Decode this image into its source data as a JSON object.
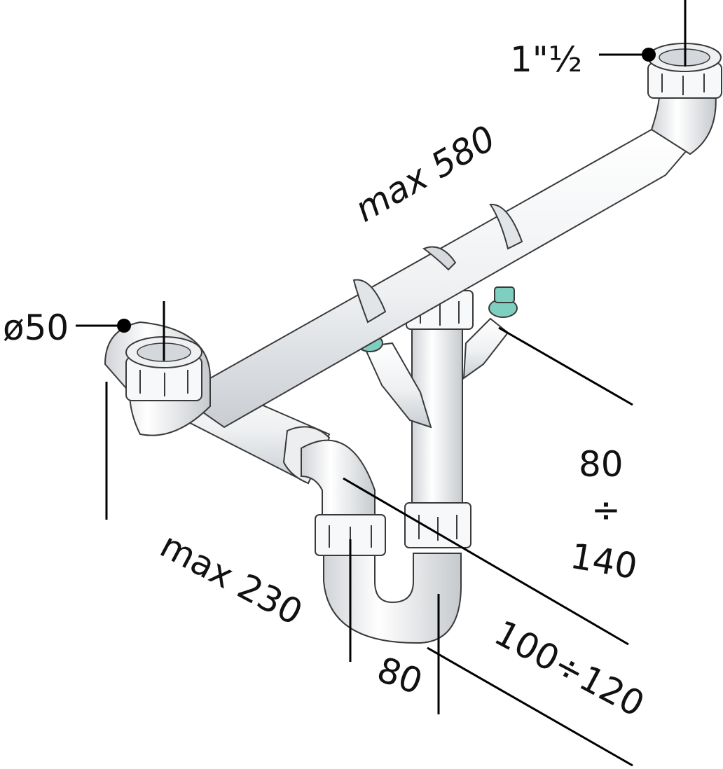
{
  "labels": {
    "inlet_thread": "1\"½",
    "diameter": "ø50",
    "max_length": "max 580",
    "max_width": "max 230",
    "height_range_top": "80",
    "height_range_sep": "÷",
    "height_range_bottom": "140",
    "depth_range": "100÷120",
    "trap_offset": "80"
  },
  "colors": {
    "pipe": "#f4f5f6",
    "pipe_shade": "#d4d7db",
    "outline": "#3a3a3a",
    "dim_line": "#000000",
    "hose_connector": "#7fcfc0"
  }
}
